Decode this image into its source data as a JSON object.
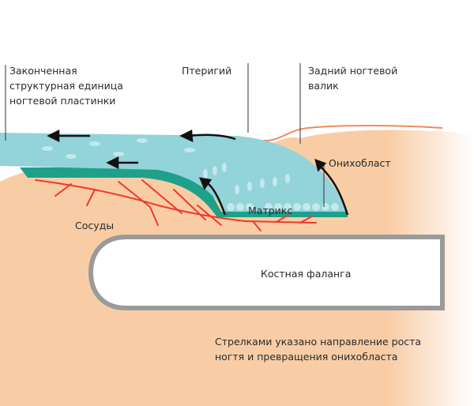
{
  "labels": {
    "finished_unit": [
      "Законченная",
      "структурная единица",
      "ногтевой пластинки"
    ],
    "pterygium": "Птеригий",
    "proximal_fold": [
      "Задний ногтевой",
      "валик"
    ],
    "onychoblast": "Онихобласт",
    "matrix": "Матрикс",
    "vessels": "Сосуды",
    "bone": "Костная фаланга",
    "caption": [
      "Стрелками указано направление роста",
      "ногтя и превращения онихобласта"
    ]
  },
  "colors": {
    "skin": "#f8cda6",
    "nail_plate": "#93d3da",
    "nail_bed": "#1fa08a",
    "vessels": "#f0392a",
    "bone_outline": "#9a9a9a"
  }
}
